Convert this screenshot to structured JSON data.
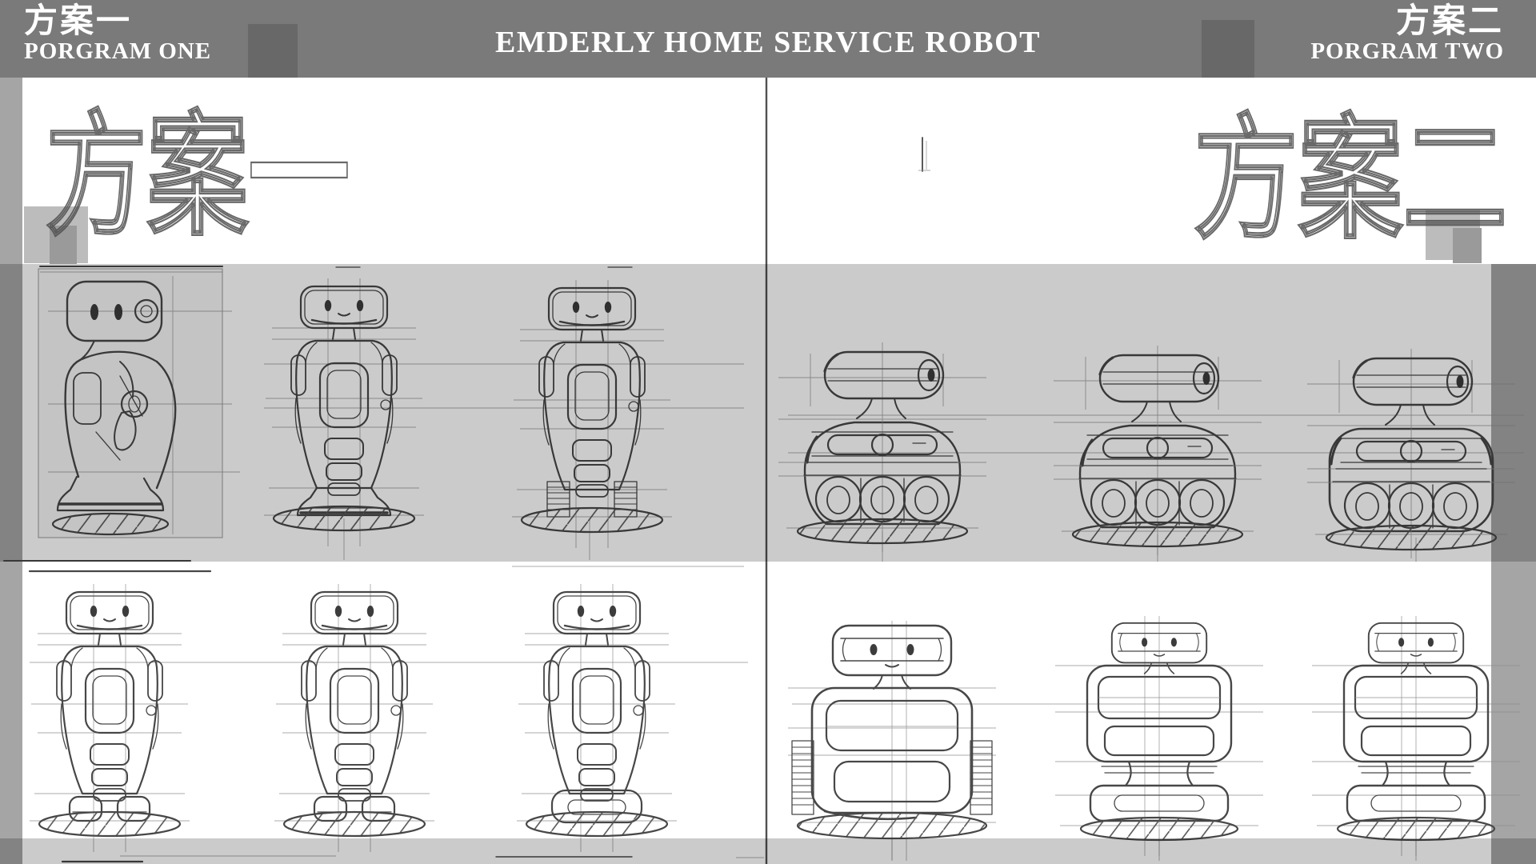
{
  "header": {
    "left": {
      "title_cn": "方案一",
      "title_en": "PORGRAM ONE"
    },
    "center": {
      "title": "EMDERLY HOME SERVICE ROBOT"
    },
    "right": {
      "title_cn": "方案二",
      "title_en": "PORGRAM TWO"
    }
  },
  "panels": {
    "left": {
      "sketch_label": "方案一",
      "row1": [
        "humanoid-robot-side-view-scanned-sketch",
        "humanoid-robot-front-view-skirt-pedestal-base",
        "humanoid-robot-front-view-tracked-wheel-base"
      ],
      "row2": [
        "humanoid-robot-front-view-twin-feet",
        "humanoid-robot-front-view-twin-feet",
        "humanoid-robot-front-view-bumper-base"
      ]
    },
    "right": {
      "sketch_label": "方案二",
      "row1": [
        "tank-robot-camera-head-round-body-three-wheels",
        "tank-robot-camera-head-wide-body-three-wheels",
        "tank-robot-camera-head-boxy-body-three-wheels"
      ],
      "row2": [
        "boxy-robot-large-body-side-rollers",
        "boxy-robot-waisted-body-bumper-base",
        "boxy-robot-waisted-body-bumper-base"
      ]
    }
  },
  "colors": {
    "header_bg": "#7a7a7a",
    "band_overlay": "rgba(0,0,0,0.205)",
    "strip": "#a5a5a5",
    "square_dark": "#686868",
    "square_mid": "#9a9a9a",
    "square_light": "#bcbcbc",
    "pencil": "#474747"
  }
}
